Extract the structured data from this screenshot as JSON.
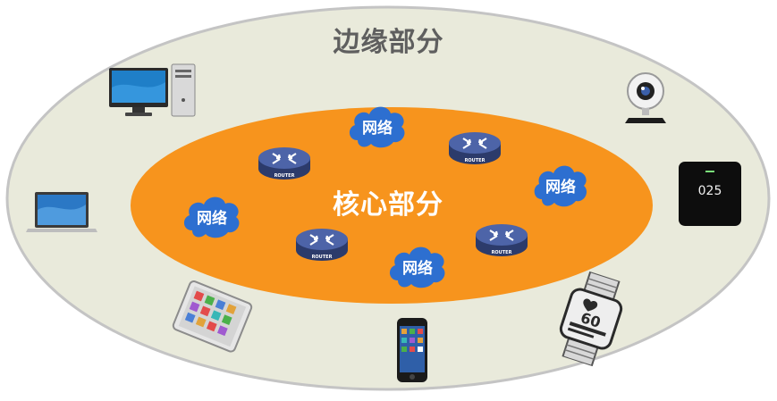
{
  "edge": {
    "title": "边缘部分",
    "fill": "#e9eadb",
    "stroke": "#bdbdbd"
  },
  "core": {
    "title": "核心部分",
    "fill": "#f7941d"
  },
  "cloud_color": "#2d6fd0",
  "clouds": [
    {
      "label": "网络"
    },
    {
      "label": "网络"
    },
    {
      "label": "网络"
    },
    {
      "label": "网络"
    }
  ],
  "routers": [
    {
      "label": "ROUTER"
    },
    {
      "label": "ROUTER"
    },
    {
      "label": "ROUTER"
    },
    {
      "label": "ROUTER"
    }
  ],
  "devices": {
    "desktop": {
      "icon": "desktop-computer-icon"
    },
    "laptop": {
      "icon": "laptop-icon"
    },
    "tablet": {
      "icon": "tablet-icon"
    },
    "phone": {
      "icon": "smartphone-icon"
    },
    "webcam": {
      "icon": "webcam-icon"
    },
    "smart_display": {
      "icon": "smart-display-icon",
      "value": "025"
    },
    "smartwatch": {
      "icon": "smartwatch-icon",
      "value": "60"
    }
  }
}
